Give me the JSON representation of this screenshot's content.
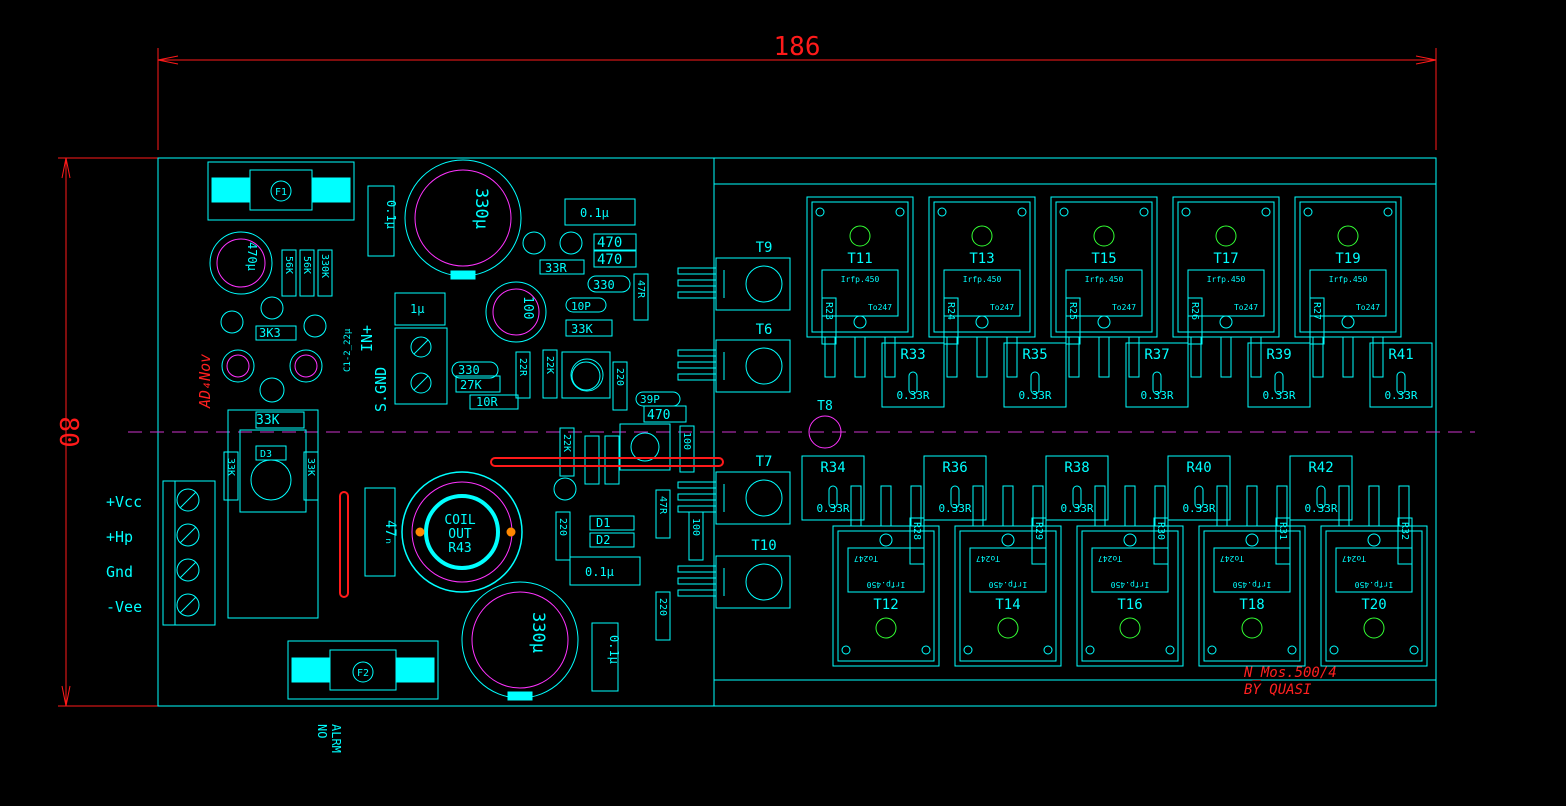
{
  "colors": {
    "background": "#000000",
    "outline": "#00ffff",
    "dimension": "#ff1a1a",
    "center_line": "#cc33cc",
    "cap_inner": "#ff33ff",
    "pad_fill": "#00ffff",
    "hole": "#33ff33",
    "label_red": "#ff2020",
    "pin_orange": "#ff8800"
  },
  "dimensions": {
    "width_label": "186",
    "height_label": "80"
  },
  "labels": {
    "author": "AD₄Nov",
    "in_plus": "IN+",
    "s_gnd": "S.GND",
    "cap_c1": "C1-2_22µ",
    "alarm": "ALRM",
    "alarm_no": "NO",
    "design": "N_Mos.500/4",
    "by": "BY QUASI",
    "coil_out_1": "COIL",
    "coil_out_2": "OUT",
    "coil_r43": "R43"
  },
  "terminals": [
    "+Vcc",
    "+Hp",
    "Gnd",
    "-Vee"
  ],
  "fuses": [
    "F1",
    "F2"
  ],
  "small_parts": {
    "r_470a": "470",
    "r_470b": "470",
    "r_33r": "33R",
    "c_330": "330",
    "c_10p": "10P",
    "r_33k_mid": "33K",
    "r_47r_a": "47R",
    "r_330b": "330",
    "r_27k": "27K",
    "r_10r": "10R",
    "r_22k_a": "22K",
    "c_39p": "39P",
    "r_470c": "470",
    "r_33k_big": "33K",
    "r_3k3": "3K3",
    "r_56k_a": "56K",
    "r_56k_b": "56K",
    "r_330k": "330K",
    "c_01_a": "0.1µ",
    "c_01_b": "0.1µ",
    "c_01_c": "0.1µ",
    "c_01_d": "0.1µ",
    "c_1u": "1µ",
    "c_330u_a": "330µ",
    "c_330u_b": "330µ",
    "c_470u": "470µ",
    "c_100u": "100",
    "l_47": "47ₙ",
    "d1": "D1",
    "d2": "D2",
    "d3": "D3",
    "r_22k_v": "22K",
    "r_33k_v1": "33K",
    "r_33k_v2": "33K",
    "r_47r_b": "47R",
    "r_220a": "220",
    "r_220b": "220",
    "r_220c": "220",
    "r_100": "100",
    "r_22r_b": "22R",
    "r_100b": "100"
  },
  "drivers": [
    "T9",
    "T6",
    "T7",
    "T10",
    "T8"
  ],
  "mosfets_top": [
    "T11",
    "T13",
    "T15",
    "T17",
    "T19"
  ],
  "mosfets_bottom": [
    "T12",
    "T14",
    "T16",
    "T18",
    "T20"
  ],
  "mosfet_part": "Irfp.450",
  "mosfet_pkg": "To247",
  "emitter_top": [
    "R33",
    "R35",
    "R37",
    "R39",
    "R41"
  ],
  "emitter_bottom": [
    "R34",
    "R36",
    "R38",
    "R40",
    "R42"
  ],
  "emitter_value": "0.33R",
  "gate_top": [
    "R23",
    "R24",
    "R25",
    "R26",
    "R27"
  ],
  "gate_bottom": [
    "R28",
    "R29",
    "R30",
    "R31",
    "R32"
  ]
}
